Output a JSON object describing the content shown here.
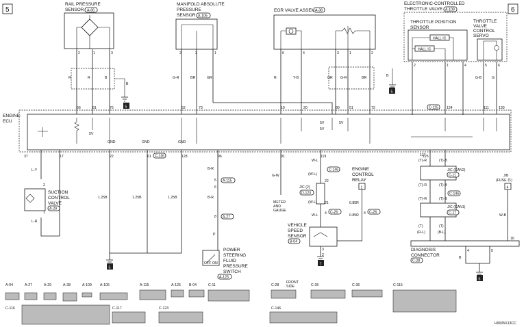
{
  "page_markers": {
    "left": "5",
    "right": "6"
  },
  "components": {
    "rail_pressure": {
      "name1": "RAIL PRESSURE",
      "name2": "SENSOR",
      "ref": "A-66"
    },
    "map_sensor": {
      "name1": "MANIFOLD ABSOLUTE",
      "name2": "PRESSURE",
      "name3": "SENSOR (B)",
      "ref": "A-105"
    },
    "egr_valve": {
      "name": "EGR VALVE ASSEMBLY",
      "ref": "A-38"
    },
    "etc_valve": {
      "name1": "ELECTRONIC-CONTROLLED",
      "name2": "THROTTLE VALVE",
      "ref": "A-109"
    },
    "tps": {
      "name1": "THROTTLE POSITION",
      "name2": "SENSOR",
      "hall1": "HALL IC",
      "hall2": "HALL IC"
    },
    "tv_servo": {
      "name1": "THROTTLE",
      "name2": "VALVE",
      "name3": "CONTROL",
      "name4": "SERVO"
    },
    "ecu": {
      "name1": "ENGINE-",
      "name2": "ECU"
    },
    "suction_valve": {
      "name1": "SUCTION",
      "name2": "CONTROL",
      "name3": "VALVE",
      "ref": "A-29"
    },
    "meter": {
      "name1": "METER",
      "name2": "AND",
      "name3": "GAUGE"
    },
    "ecr": {
      "name1": "ENGINE",
      "name2": "CONTROL",
      "name3": "RELAY"
    },
    "vss": {
      "name1": "VEHICLE",
      "name2": "SPEED",
      "name3": "SENSOR",
      "ref": "B-04"
    },
    "psf": {
      "name1": "POWER",
      "name2": "STEERING",
      "name3": "FLUID",
      "name4": "PRESSURE",
      "name5": "SWITCH",
      "ref": "A-125",
      "off": "OFF",
      "on": "ON"
    },
    "diag": {
      "name1": "DIAGNOSIS",
      "name2": "CONNECTOR",
      "ref": "C-28"
    },
    "jc_can2": {
      "label": "J/C (CAN2)",
      "ref": "C-11"
    },
    "jc_can1": {
      "label": "J/C (CAN1)",
      "ref": "C-17"
    },
    "jc2": {
      "label": "J/C (2)",
      "ref": "D-123"
    },
    "jb_fuse": {
      "label1": "J/B",
      "label2": "(FUSE ⑮)"
    }
  },
  "pins_top": {
    "rail": [
      "2",
      "1",
      "3"
    ],
    "map": [
      "2",
      "3",
      "1"
    ],
    "egr": [
      "6",
      "4",
      "3",
      "1",
      "2"
    ],
    "tps": [
      "2",
      "1",
      "4"
    ],
    "servo": [
      "5",
      "6"
    ]
  },
  "wires_top": {
    "rail": [
      "R",
      "R",
      "B"
    ],
    "map": [
      "G-R",
      "BR",
      "GR"
    ],
    "egr": [
      "R",
      "Y-B",
      "GR",
      "G-R",
      "BR"
    ],
    "left_b": "B",
    "servo": [
      "G-B",
      "G"
    ]
  },
  "ecu_pins_top": [
    "56",
    "81",
    "76",
    "52",
    "73",
    "19",
    "20",
    "80",
    "51",
    "72",
    "124",
    "111",
    "130"
  ],
  "ecu_ref_top": "C-115",
  "ecu_pins_bottom": [
    "37",
    "17",
    "22",
    "61",
    "128",
    "96",
    "91",
    "119",
    "125"
  ],
  "ecu_ref_bottom": "C-116",
  "gnd_labels": [
    "GND",
    "GND",
    "GND"
  ],
  "supply_labels": [
    "5V",
    "5V",
    "5V",
    "5V"
  ],
  "lower_wires": {
    "ly": "L-Y",
    "lr": "L-R",
    "s1": "1.25B",
    "s2": "1.25B",
    "s3": "1.25B",
    "br1": "B-R",
    "br2": "B-R",
    "p": "P",
    "gw": "G-W",
    "wl1": "W-L",
    "wl2": "(W-L)",
    "wl3": "(W-L)",
    "wl4": "W-L",
    "b05a": "0.85R",
    "b05b": "0.85R",
    "tr1": "(T)-R",
    "tb1": "(T)-B",
    "tr2": "(T)-R",
    "tb2": "(T)-B",
    "tr3": "(T)-R",
    "tb3": "(T)-B",
    "l1": "(T)",
    "l2": "(T)",
    "rl": "(R-L)",
    "bl": "(B-L)",
    "wb": "W-B",
    "b": "B"
  },
  "lower_pins": {
    "suction": [
      "2",
      "1"
    ],
    "a115": [
      "5",
      "6"
    ],
    "a27": [
      "8"
    ],
    "jc2": [
      "22",
      "21"
    ],
    "c26": [
      "4"
    ],
    "ecr": [
      "1",
      "3"
    ],
    "vss": [
      "3",
      "2"
    ],
    "can2": [
      "117",
      "10",
      "21",
      "10",
      "1"
    ],
    "can1": [
      "22",
      "11",
      "21",
      "10",
      "1",
      "14",
      "16"
    ],
    "diag": [
      "4",
      "5"
    ],
    "jb": [
      "4"
    ]
  },
  "grounds": {
    "g5": "5",
    "g6": "6",
    "g7": "7"
  },
  "conn_refs": {
    "a115": "A-115",
    "a27": "A-27",
    "c146": "C-146",
    "c26": "C-26",
    "c26b": "C-26"
  },
  "legend": {
    "row1": [
      "A-04",
      "A-27",
      "A-29",
      "A-38",
      "A-109",
      "A-105",
      "A-115",
      "A-125",
      "B-04",
      "C-11",
      "C-28",
      "C-35",
      "C-36",
      "C-115"
    ],
    "row2": [
      "C-116",
      "C-117",
      "C-123",
      "C-146"
    ],
    "front_side": "FRONT",
    "front_side2": "SIDE"
  },
  "figure_code": "H9005X13CC"
}
